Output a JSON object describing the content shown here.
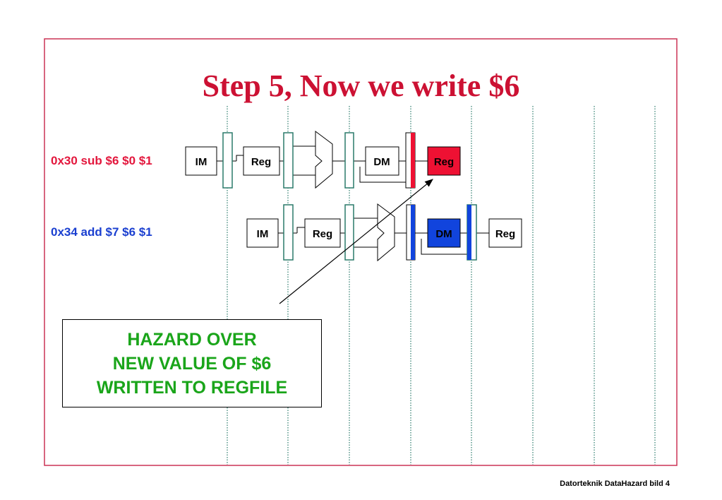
{
  "title": "Step 5, Now we write $6",
  "instructions": [
    {
      "label": "0x30 sub $6 $0 $1",
      "color": "#e3163c"
    },
    {
      "label": "0x34 add $7 $6 $1",
      "color": "#1a3fd0"
    }
  ],
  "stages": {
    "im": "IM",
    "reg": "Reg",
    "dm": "DM"
  },
  "note": {
    "lines": [
      "HAZARD OVER",
      "NEW VALUE OF $6",
      "WRITTEN TO REGFILE"
    ],
    "color": "#1aa51a"
  },
  "footer": "Datorteknik DataHazard bild 4",
  "colors": {
    "frame": "#cc3355",
    "title": "#cc1133",
    "active_red": "#ee1133",
    "active_blue": "#1144dd",
    "pipe_reg": "#2a7a6a",
    "divider": "#2a7a6a"
  }
}
